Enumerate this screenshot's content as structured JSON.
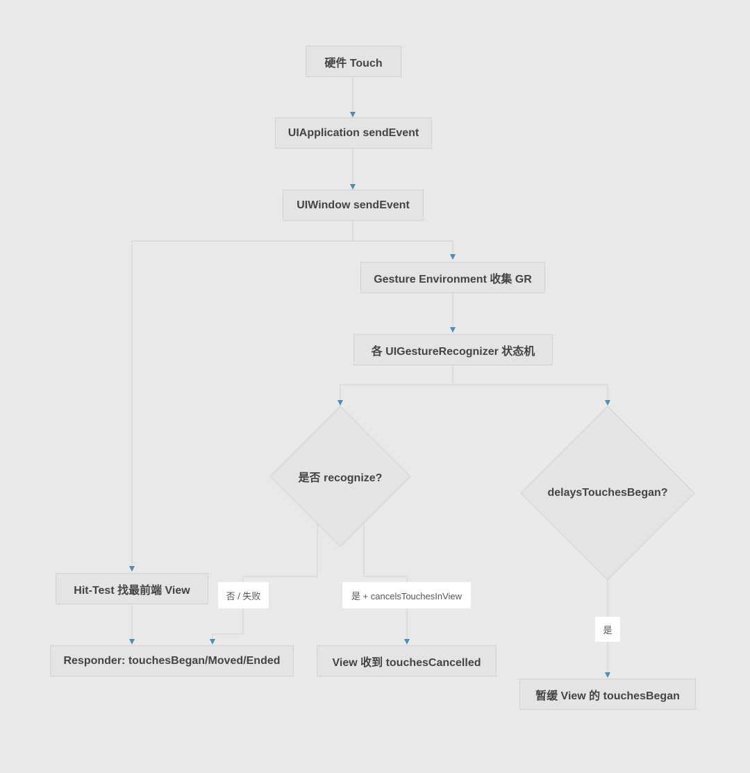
{
  "nodes": {
    "hardware_touch": "硬件 Touch",
    "uiapplication_send_event": "UIApplication sendEvent",
    "uiwindow_send_event": "UIWindow sendEvent",
    "gesture_environment": "Gesture Environment 收集 GR",
    "gesture_state_machine": "各 UIGestureRecognizer 状态机",
    "recognize_decision": "是否 recognize?",
    "delays_decision": "delaysTouchesBegan?",
    "hit_test": "Hit-Test 找最前端 View",
    "responder_touches": "Responder: touchesBegan/Moved/Ended",
    "view_touches_cancelled": "View 收到 touchesCancelled",
    "delay_touches_began": "暂缓 View 的 touchesBegan"
  },
  "edge_labels": {
    "no_fail": "否 / 失败",
    "yes_cancels": "是 + cancelsTouchesInView",
    "yes": "是"
  },
  "colors": {
    "background": "#e9e9e9",
    "node_fill": "#e4e4e4",
    "node_border": "#d2d2d2",
    "edge": "#d6d6d6",
    "arrow": "#4b8fb4",
    "text": "#444444"
  }
}
